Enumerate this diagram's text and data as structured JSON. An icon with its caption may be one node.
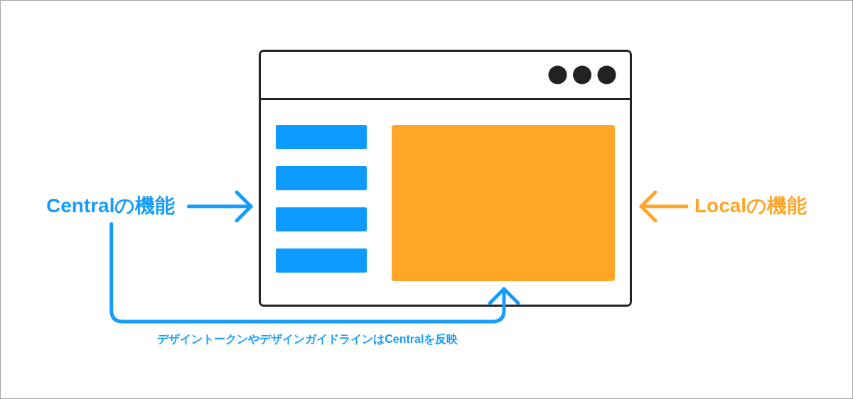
{
  "diagram": {
    "nodes": [
      {
        "text": [],
        "shape": "window"
      },
      {
        "text": [],
        "shape": "box",
        "in": 0
      },
      {
        "text": [
          "Centralの機能"
        ]
      },
      {
        "text": [
          "Localの機能"
        ]
      }
    ],
    "edges": [
      {
        "from": 2,
        "to": 0,
        "arrow": "to"
      },
      {
        "from": 3,
        "to": 0,
        "arrow": "to",
        "color": "#ffa629"
      },
      {
        "from": 2,
        "to": 1,
        "arrow": "to",
        "label": "デザイントークンやデザインガイドラインはCentralを反映"
      }
    ]
  }
}
